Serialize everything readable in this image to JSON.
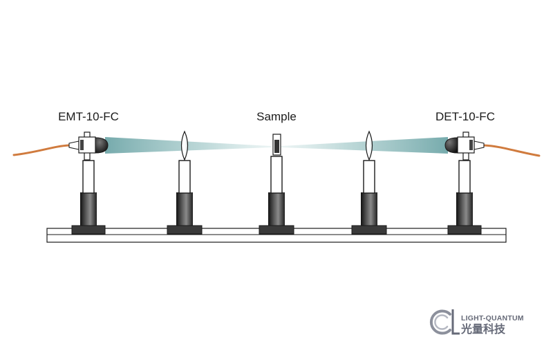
{
  "labels": {
    "emitter": "EMT-10-FC",
    "sample": "Sample",
    "detector": "DET-10-FC"
  },
  "logo": {
    "name_en": "LIGHT-QUANTUM",
    "name_cn": "光量科技"
  },
  "colors": {
    "fiber": "#d07b3e",
    "beam": "#8ab8b8",
    "rail": "#ffffff",
    "post_dark": "#2e2e2e",
    "outline": "#1a1a1a",
    "logo": "#666a78"
  },
  "icons": {
    "emitter": "fiber-emitter-icon",
    "detector": "fiber-detector-icon",
    "lens": "lens-icon",
    "sample": "sample-cuvette-icon",
    "logo": "light-quantum-logo-icon"
  }
}
